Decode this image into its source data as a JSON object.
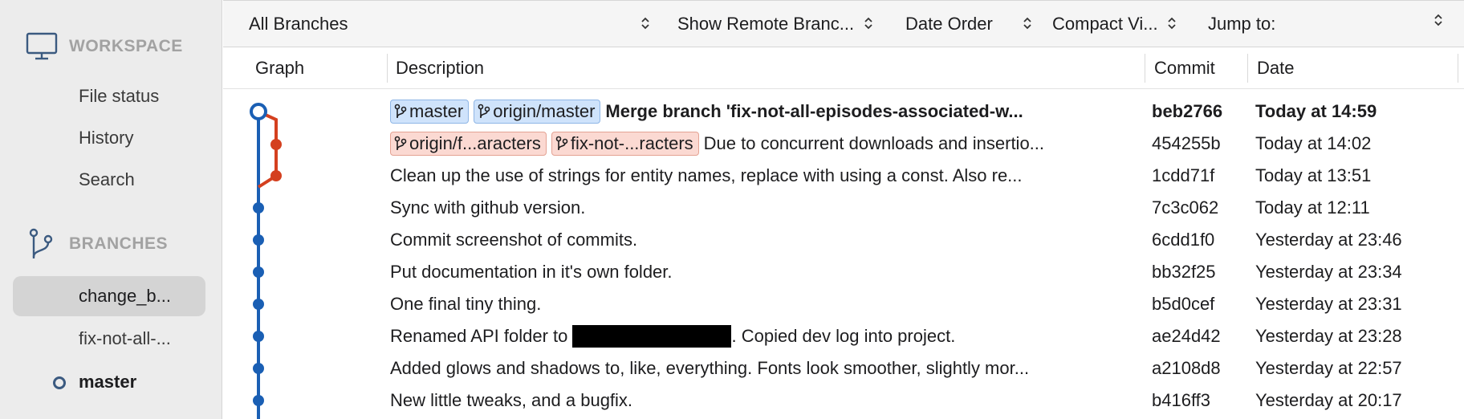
{
  "sidebar": {
    "workspace_label": "WORKSPACE",
    "workspace_items": [
      "File status",
      "History",
      "Search"
    ],
    "branches_label": "BRANCHES",
    "branches": [
      "change_b...",
      "fix-not-all-...",
      "master"
    ]
  },
  "toolbar": {
    "branches_filter": "All Branches",
    "remote_filter": "Show Remote Branc...",
    "order": "Date Order",
    "view": "Compact Vi...",
    "jump_to": "Jump to:"
  },
  "columns": {
    "graph": "Graph",
    "description": "Description",
    "commit": "Commit",
    "date": "Date"
  },
  "commits": [
    {
      "tags": [
        "master",
        "origin/master"
      ],
      "message": "Merge branch 'fix-not-all-episodes-associated-w...",
      "hash": "beb2766",
      "date": "Today at 14:59"
    },
    {
      "tags": [
        "origin/f...aracters",
        "fix-not-...racters"
      ],
      "message": "Due to concurrent downloads and insertio...",
      "hash": "454255b",
      "date": "Today at 14:02"
    },
    {
      "message": "Clean up the use of strings for entity names, replace with using a const. Also re...",
      "hash": "1cdd71f",
      "date": "Today at 13:51"
    },
    {
      "message": "Sync with github version.",
      "hash": "7c3c062",
      "date": "Today at 12:11"
    },
    {
      "message": "Commit screenshot of commits.",
      "hash": "6cdd1f0",
      "date": "Yesterday at 23:46"
    },
    {
      "message": "Put documentation in it's own folder.",
      "hash": "bb32f25",
      "date": "Yesterday at 23:34"
    },
    {
      "message": "One final tiny thing.",
      "hash": "b5d0cef",
      "date": "Yesterday at 23:31"
    },
    {
      "message_before": "Renamed API folder to",
      "message_after": ". Copied dev log into project.",
      "hash": "ae24d42",
      "date": "Yesterday at 23:28"
    },
    {
      "message": "Added glows and shadows to, like, everything. Fonts look smoother, slightly mor...",
      "hash": "a2108d8",
      "date": "Yesterday at 22:57"
    },
    {
      "message": "New little tweaks, and a bugfix.",
      "hash": "b416ff3",
      "date": "Yesterday at 20:17"
    }
  ],
  "colors": {
    "main_branch": "#1a5fb4",
    "feature_branch": "#d4401f",
    "local_tag": "#cfe3fb",
    "remote_tag": "#fbd9d2"
  }
}
